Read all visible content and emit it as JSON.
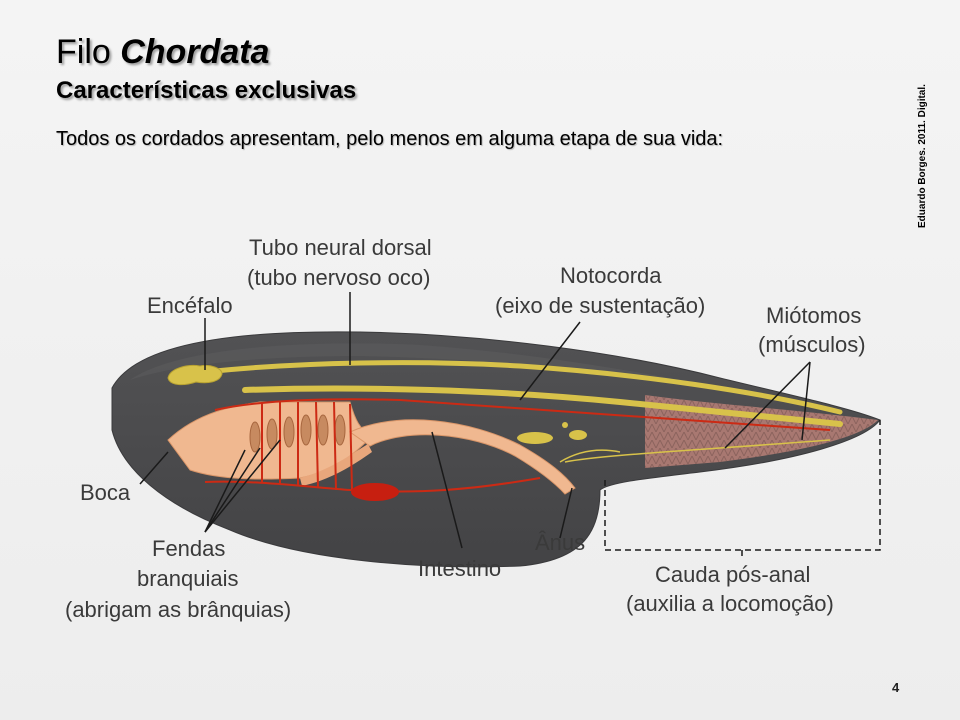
{
  "slide": {
    "title_plain": "Filo ",
    "title_italic": "Chordata",
    "subtitle": "Características exclusivas",
    "intro": "Todos os cordados apresentam, pelo menos em alguma etapa de sua vida:",
    "credit": "Eduardo Borges. 2011. Digital.",
    "page_number": "4"
  },
  "diagram": {
    "labels": {
      "encefalo": "Encéfalo",
      "tubo_neural_1": "Tubo neural dorsal",
      "tubo_neural_2": "(tubo nervoso oco)",
      "notocorda_1": "Notocorda",
      "notocorda_2": "(eixo de sustentação)",
      "miotomos_1": "Miótomos",
      "miotomos_2": "(músculos)",
      "boca": "Boca",
      "fendas_1": "Fendas",
      "fendas_2": "branquiais",
      "fendas_3": "(abrigam as brânquias)",
      "intestino": "Intestino",
      "anus": "Ânus",
      "cauda_1": "Cauda pós-anal",
      "cauda_2": "(auxilia a locomoção)"
    },
    "colors": {
      "body": "#4a4a4c",
      "neural_tube": "#d8c24a",
      "notochord": "#d8c24a",
      "pharynx": "#f0b890",
      "blood_vessels": "#cc2a14",
      "myotomes": "#c98a80"
    }
  }
}
